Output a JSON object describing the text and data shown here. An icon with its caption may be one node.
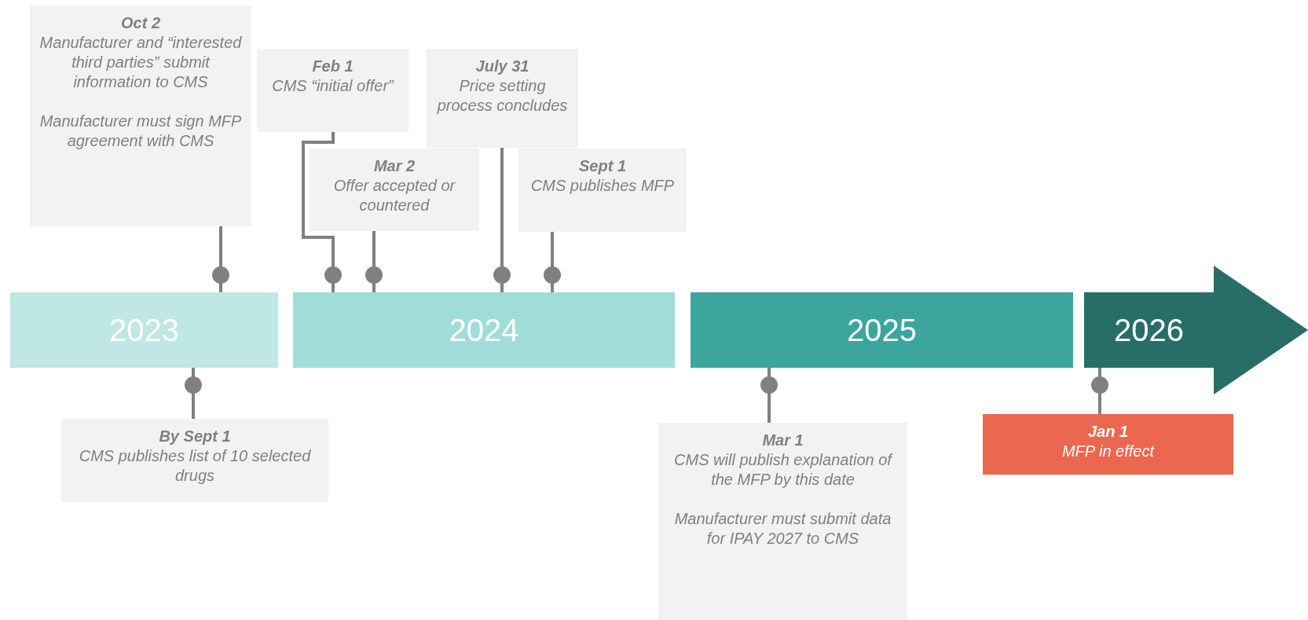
{
  "diagram": {
    "nodes": [
      {
        "text": [
          "Oct 2",
          "Manufacturer and “interested third parties” submit information to CMS",
          "Manufacturer must sign MFP agreement with CMS"
        ]
      },
      {
        "text": [
          "Feb 1",
          "CMS “initial offer”"
        ]
      },
      {
        "text": [
          "July 31",
          "Price setting process concludes"
        ]
      },
      {
        "text": [
          "Mar 2",
          "Offer accepted or countered"
        ]
      },
      {
        "text": [
          "Sept 1",
          "CMS publishes MFP"
        ]
      },
      {
        "text": [
          "2023"
        ]
      },
      {
        "text": [
          "2024"
        ]
      },
      {
        "text": [
          "2025"
        ]
      },
      {
        "text": [
          "2026"
        ]
      },
      {
        "text": [
          "By Sept 1",
          "CMS publishes list of 10 selected drugs"
        ]
      },
      {
        "text": [
          "Mar 1",
          "CMS will publish explanation of the MFP by this date",
          "Manufacturer must submit data for IPAY 2027 to CMS"
        ]
      },
      {
        "text": [
          "Jan 1",
          "MFP in effect"
        ]
      }
    ],
    "edges": [
      {
        "from": 0,
        "to": 5,
        "arrow": "other"
      },
      {
        "from": 1,
        "to": 6,
        "arrow": "other"
      },
      {
        "from": 3,
        "to": 6,
        "arrow": "other"
      },
      {
        "from": 2,
        "to": 6,
        "arrow": "other"
      },
      {
        "from": 4,
        "to": 6,
        "arrow": "other"
      },
      {
        "from": 9,
        "to": 5,
        "arrow": "other"
      },
      {
        "from": 10,
        "to": 7,
        "arrow": "other"
      },
      {
        "from": 11,
        "to": 8,
        "arrow": "other"
      }
    ]
  }
}
